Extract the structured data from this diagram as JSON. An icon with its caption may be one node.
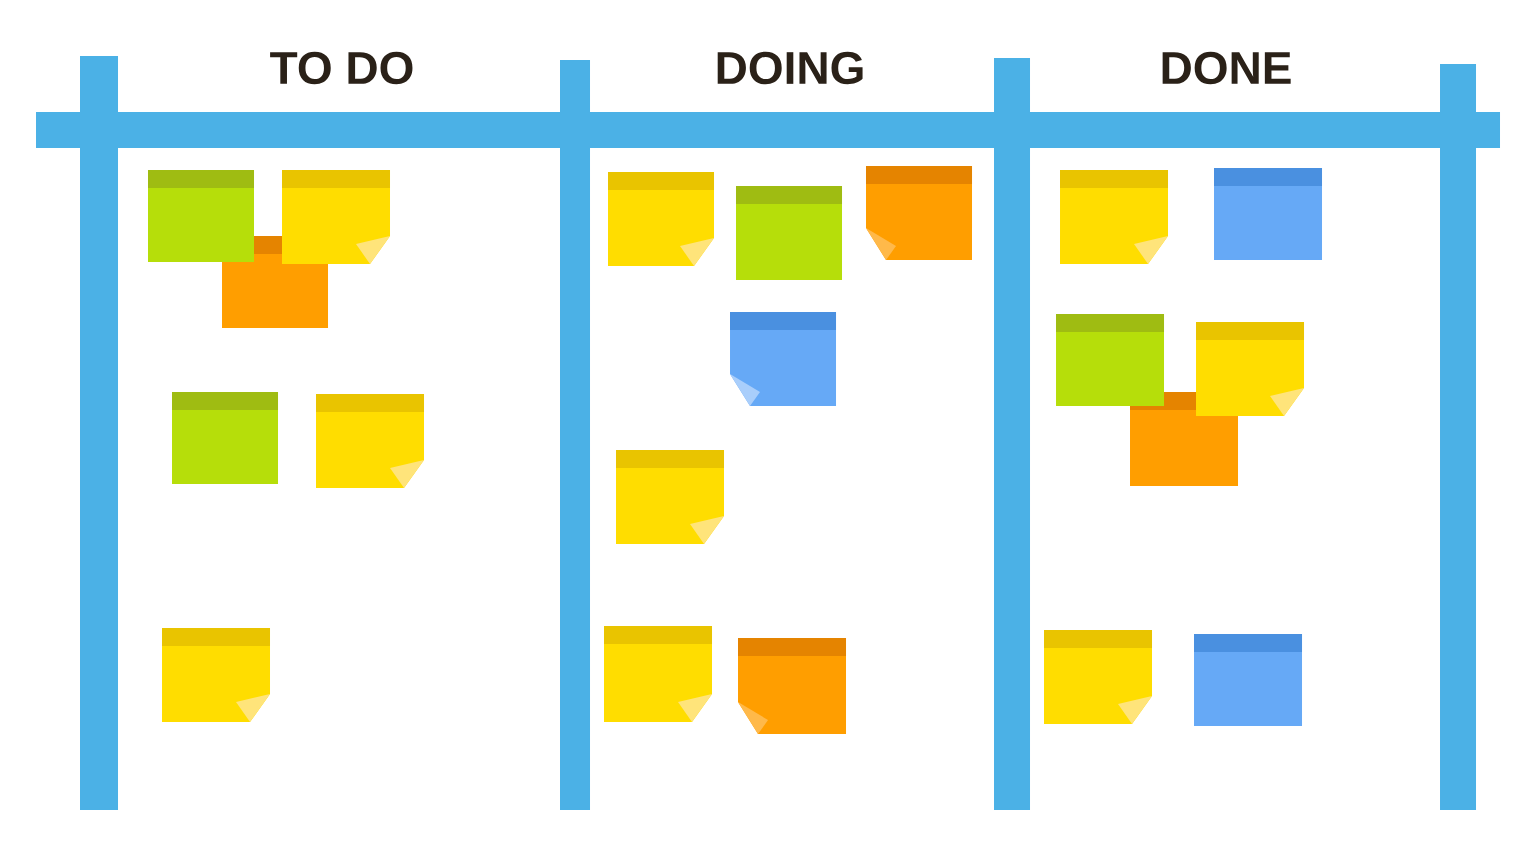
{
  "diagram": {
    "labels": [
      "TO DO",
      "DOING",
      "DONE"
    ]
  }
}
